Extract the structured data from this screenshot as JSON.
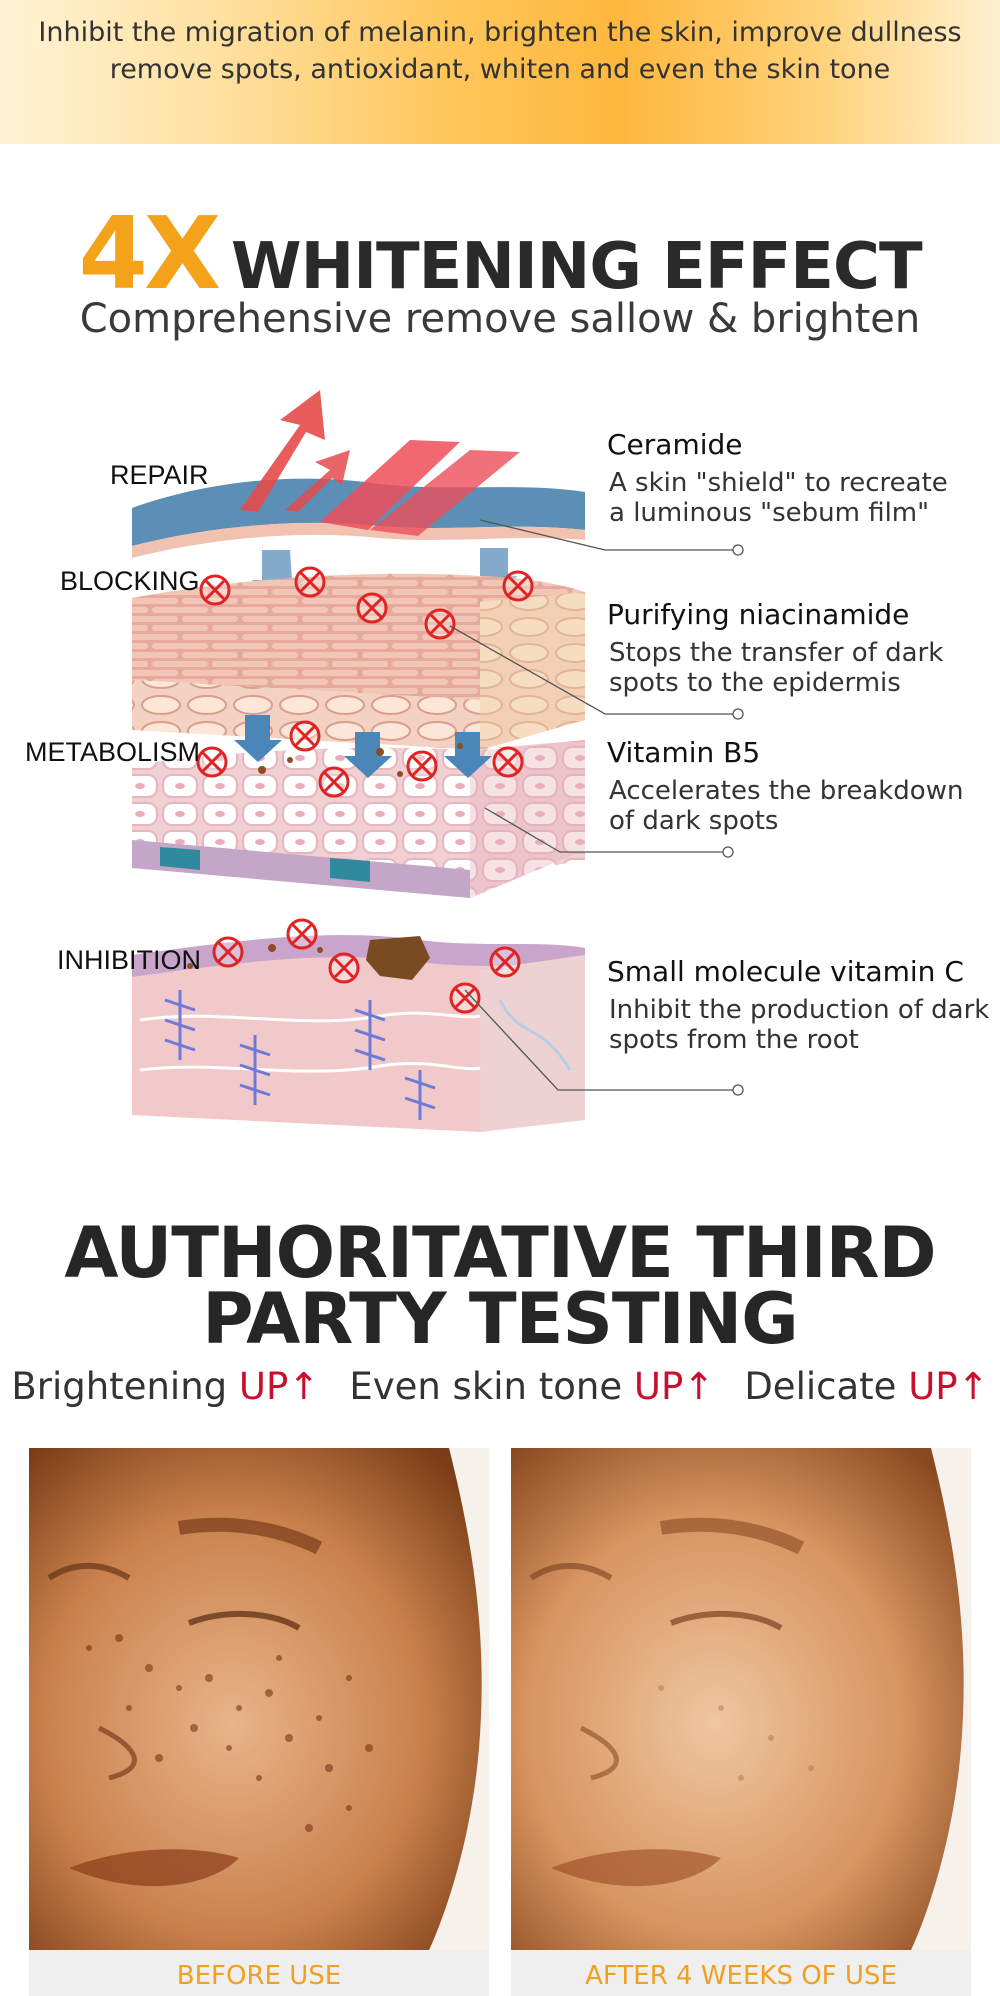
{
  "banner": {
    "line1": "Inhibit the migration of melanin, brighten the skin, improve dullness",
    "line2": "remove spots, antioxidant, whiten and even the skin tone"
  },
  "headline1": {
    "accent": "4X",
    "main": "WHITENING EFFECT",
    "subtitle": "Comprehensive remove sallow & brighten"
  },
  "diagram": {
    "layers": [
      "REPAIR",
      "BLOCKING",
      "METABOLISM",
      "INHIBITION"
    ],
    "ingredients": [
      {
        "title": "Ceramide",
        "desc1": "A skin \"shield\" to recreate",
        "desc2": "a luminous \"sebum film\""
      },
      {
        "title": "Purifying niacinamide",
        "desc1": "Stops the transfer of dark",
        "desc2": "spots to the epidermis"
      },
      {
        "title": "Vitamin B5",
        "desc1": "Accelerates the breakdown",
        "desc2": "of dark spots"
      },
      {
        "title": "Small molecule vitamin C",
        "desc1": "Inhibit the production of dark",
        "desc2": "spots from the root"
      }
    ]
  },
  "headline2": {
    "line1": "AUTHORITATIVE THIRD",
    "line2": "PARTY TESTING"
  },
  "metrics": [
    {
      "label": "Brightening",
      "up": "UP",
      "arrow": "↑"
    },
    {
      "label": "Even skin tone",
      "up": "UP",
      "arrow": "↑"
    },
    {
      "label": "Delicate",
      "up": "UP",
      "arrow": "↑"
    }
  ],
  "photos": {
    "before_caption": "BEFORE USE",
    "after_caption": "AFTER 4 WEEKS OF USE"
  },
  "colors": {
    "accent_orange": "#f4a21a",
    "up_red": "#c8102e",
    "caption_orange": "#f0a020"
  }
}
